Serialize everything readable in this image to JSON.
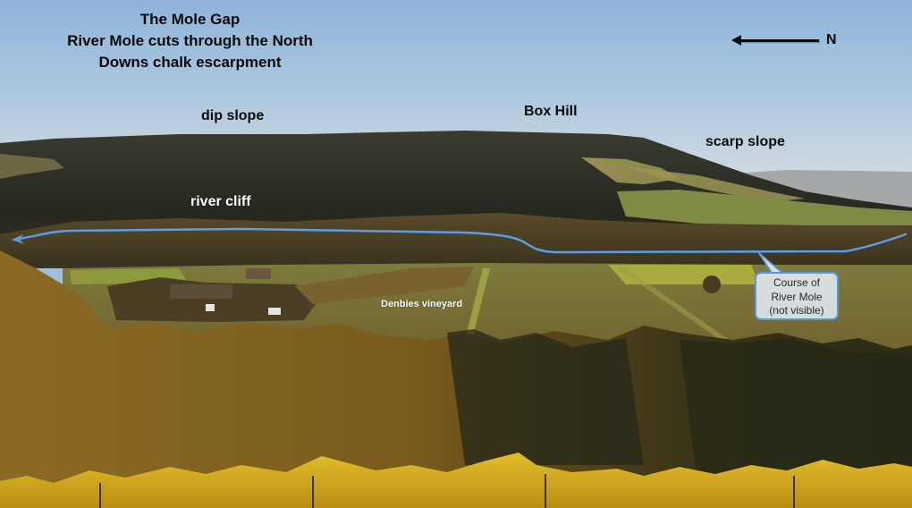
{
  "title": {
    "lines": [
      "The Mole Gap",
      "River Mole cuts through the North",
      "Downs chalk escarpment"
    ]
  },
  "compass": {
    "arrow_direction": "left",
    "label": "N"
  },
  "labels": {
    "dip_slope": "dip slope",
    "box_hill": "Box Hill",
    "scarp_slope": "scarp slope",
    "river_cliff": "river cliff",
    "denbies_vineyard": "Denbies vineyard"
  },
  "callout": {
    "lines": [
      "Course of",
      "River Mole",
      "(not visible)"
    ]
  },
  "colors": {
    "river_line": "#5b9ee6",
    "callout_border": "#5b96d6",
    "sky_top": "#8fb4d9",
    "sky_horizon": "#d4dce0",
    "hill_dark": "#2e2f26",
    "field_green": "#8f9a3e",
    "vine_yellow": "#d9b01c"
  }
}
